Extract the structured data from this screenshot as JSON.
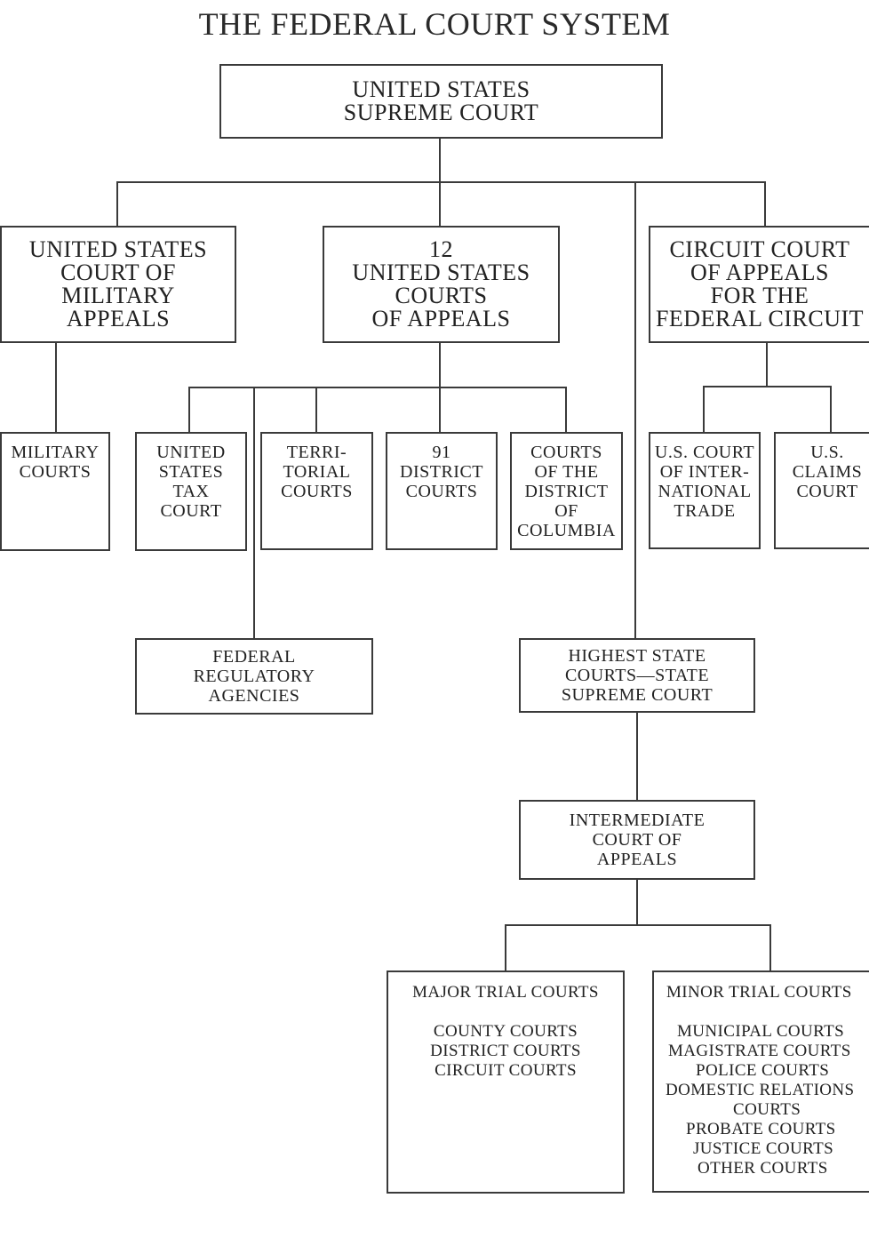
{
  "title": "THE FEDERAL COURT SYSTEM",
  "nodes": {
    "supreme": [
      "UNITED STATES",
      "SUPREME COURT"
    ],
    "military_appeals": [
      "UNITED STATES",
      "COURT OF",
      "MILITARY",
      "APPEALS"
    ],
    "courts_of_appeals": [
      "12",
      "UNITED STATES",
      "COURTS",
      "OF APPEALS"
    ],
    "federal_circuit": [
      "CIRCUIT COURT",
      "OF APPEALS",
      "FOR THE",
      "FEDERAL CIRCUIT"
    ],
    "military_courts": [
      "MILITARY",
      "COURTS"
    ],
    "tax_court": [
      "UNITED",
      "STATES",
      "TAX",
      "COURT"
    ],
    "territorial": [
      "TERRI-",
      "TORIAL",
      "COURTS"
    ],
    "district": [
      "91",
      "DISTRICT",
      "COURTS"
    ],
    "dc_courts": [
      "COURTS",
      "OF THE",
      "DISTRICT",
      "OF",
      "COLUMBIA"
    ],
    "intl_trade": [
      "U.S. COURT",
      "OF INTER-",
      "NATIONAL",
      "TRADE"
    ],
    "claims": [
      "U.S.",
      "CLAIMS",
      "COURT"
    ],
    "regulatory": [
      "FEDERAL",
      "REGULATORY",
      "AGENCIES"
    ],
    "state_supreme": [
      "HIGHEST STATE",
      "COURTS—STATE",
      "SUPREME COURT"
    ],
    "intermediate": [
      "INTERMEDIATE",
      "COURT OF",
      "APPEALS"
    ],
    "major_trial": {
      "heading": "MAJOR TRIAL COURTS",
      "items": [
        "COUNTY COURTS",
        "DISTRICT COURTS",
        "CIRCUIT COURTS"
      ]
    },
    "minor_trial": {
      "heading": "MINOR TRIAL COURTS",
      "items": [
        "MUNICIPAL COURTS",
        "MAGISTRATE COURTS",
        "POLICE COURTS",
        "DOMESTIC RELATIONS",
        "COURTS",
        "PROBATE COURTS",
        "JUSTICE COURTS",
        "OTHER COURTS"
      ]
    }
  }
}
